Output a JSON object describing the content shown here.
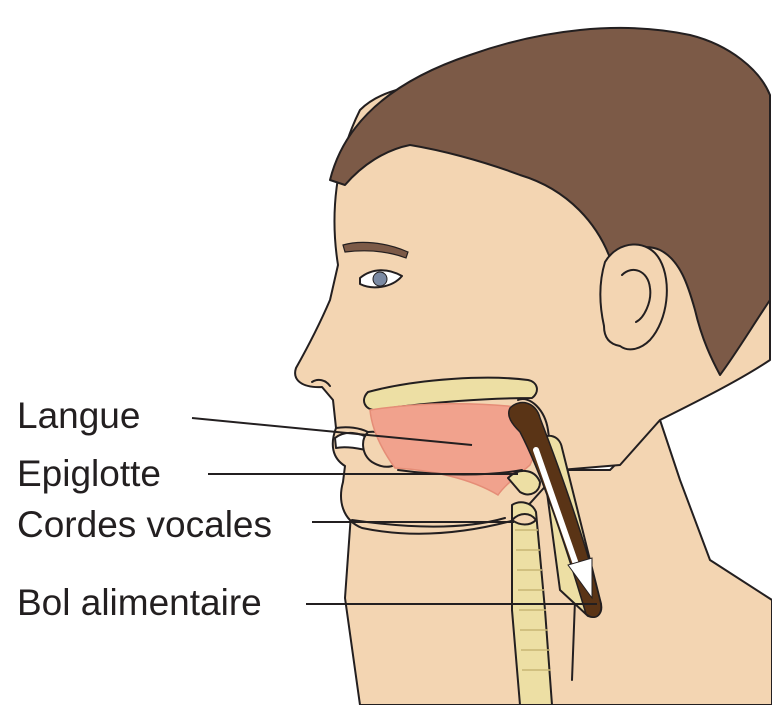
{
  "labels": {
    "tongue": "Langue",
    "epiglottis": "Epiglotte",
    "vocal_cords": "Cordes vocales",
    "food_bolus": "Bol alimentaire"
  },
  "colors": {
    "skin": "#f3d5b2",
    "hair": "#7c5a47",
    "tongue": "#f1a28d",
    "palate": "#eddfa4",
    "bolus": "#5a3416",
    "lines": "#231f20",
    "arrow": "#ffffff"
  }
}
